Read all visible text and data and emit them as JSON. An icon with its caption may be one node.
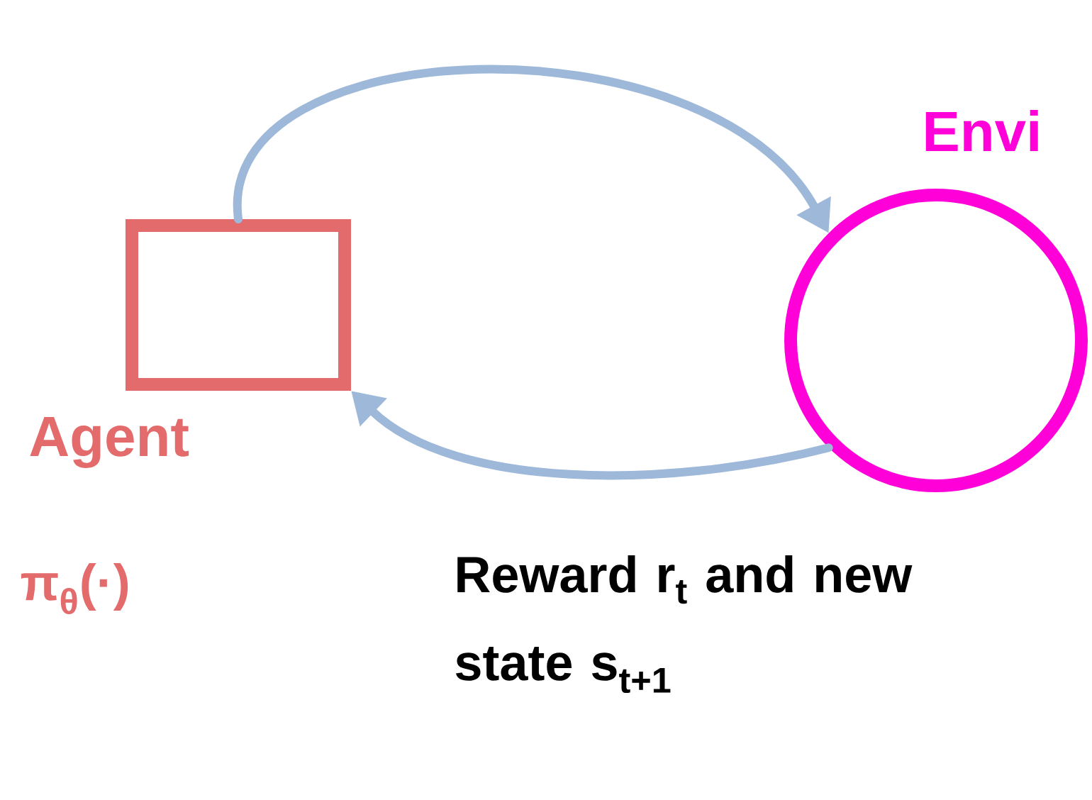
{
  "diagram": {
    "nodes": [
      {
        "text": [
          "Agent",
          "π$_{θ}$(·)"
        ]
      },
      {
        "text": [
          "Envi"
        ]
      }
    ],
    "edges": [
      {
        "from": 0,
        "to": 1,
        "arrow": "to"
      },
      {
        "from": 1,
        "to": 0,
        "arrow": "to",
        "label": "Reward r$_{t}$ and new state s$_{t+1}$"
      }
    ]
  }
}
